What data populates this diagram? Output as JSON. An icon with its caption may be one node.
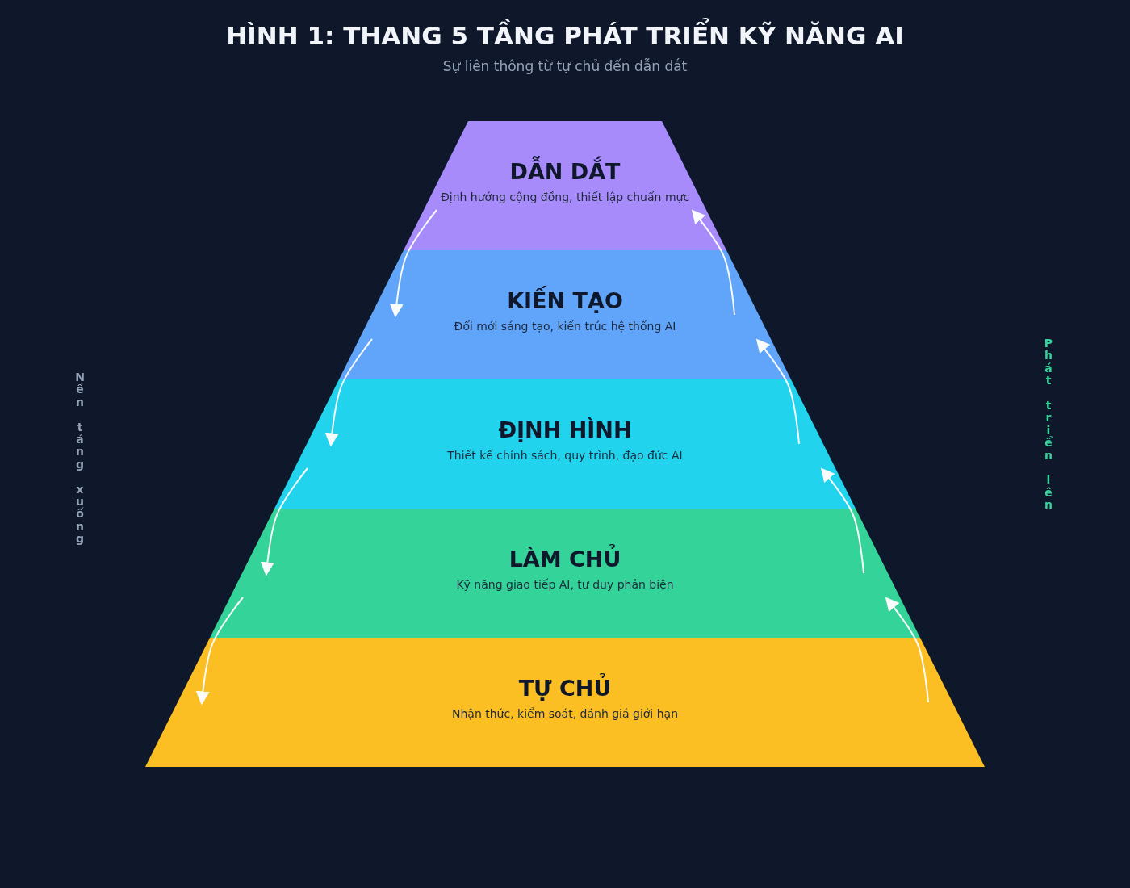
{
  "diagram": {
    "title": "HÌNH 1: THANG 5 TẦNG PHÁT TRIỂN KỸ NĂNG AI",
    "nodes": [
      {
        "text": [
          "DẪN DẮT",
          "Định hướng cộng đồng, thiết lập chuẩn mực"
        ]
      },
      {
        "text": [
          "KIẾN TẠO",
          "Đổi mới sáng tạo, kiến trúc hệ thống AI"
        ]
      },
      {
        "text": [
          "ĐỊNH HÌNH",
          "Thiết kế chính sách, quy trình, đạo đức AI"
        ]
      },
      {
        "text": [
          "LÀM CHỦ",
          "Kỹ năng giao tiếp AI, tư duy phản biện"
        ]
      },
      {
        "text": [
          "TỰ CHỦ",
          "Nhận thức, kiểm soát, đánh giá giới hạn"
        ]
      }
    ],
    "edges": [
      {
        "from": 0,
        "to": 1,
        "arrow": "to"
      },
      {
        "from": 1,
        "to": 2,
        "arrow": "to"
      },
      {
        "from": 2,
        "to": 3,
        "arrow": "to"
      },
      {
        "from": 3,
        "to": 4,
        "arrow": "to"
      },
      {
        "from": 4,
        "to": 3,
        "arrow": "to"
      },
      {
        "from": 3,
        "to": 2,
        "arrow": "to"
      },
      {
        "from": 2,
        "to": 1,
        "arrow": "to"
      },
      {
        "from": 1,
        "to": 0,
        "arrow": "to"
      }
    ],
    "labels": [
      "Sự liên thông từ tự chủ đến dẫn dắt",
      "Nền tảng xuống",
      "Phát triển lên"
    ]
  }
}
